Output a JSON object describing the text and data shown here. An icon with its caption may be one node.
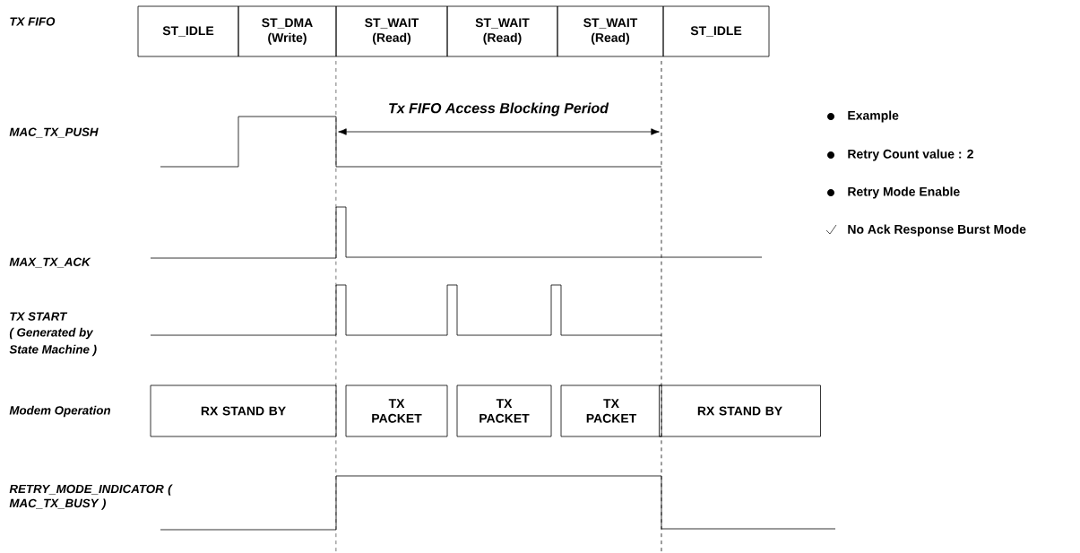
{
  "diagram": {
    "nodes": [
      {
        "text": [
          "ST_IDLE"
        ]
      },
      {
        "text": [
          "ST_DMA (Write)"
        ]
      },
      {
        "text": [
          "ST_WAIT (Read)"
        ]
      },
      {
        "text": [
          "ST_WAIT (Read)"
        ]
      },
      {
        "text": [
          "ST_WAIT (Read)"
        ]
      },
      {
        "text": [
          "ST_IDLE"
        ]
      },
      {
        "text": [
          "RX STAND BY"
        ]
      },
      {
        "text": [
          "TX PACKET"
        ]
      },
      {
        "text": [
          "TX PACKET"
        ]
      },
      {
        "text": [
          "TX PACKET"
        ]
      },
      {
        "text": [
          "RX STAND BY"
        ]
      }
    ],
    "edges": [],
    "labels": [
      "TX FIFO",
      "Tx FIFO Access Blocking Period",
      "MAC_TX_PUSH",
      "MAX_TX_ACK",
      "TX START",
      "( Generated by",
      "State Machine )",
      "Modem Operation",
      "RETRY_MODE_INDICATOR ( MAC_TX_BUSY )",
      "Example",
      "Retry Count value : 2",
      "Retry Mode Enable",
      "No Ack Response Burst Mode"
    ]
  }
}
